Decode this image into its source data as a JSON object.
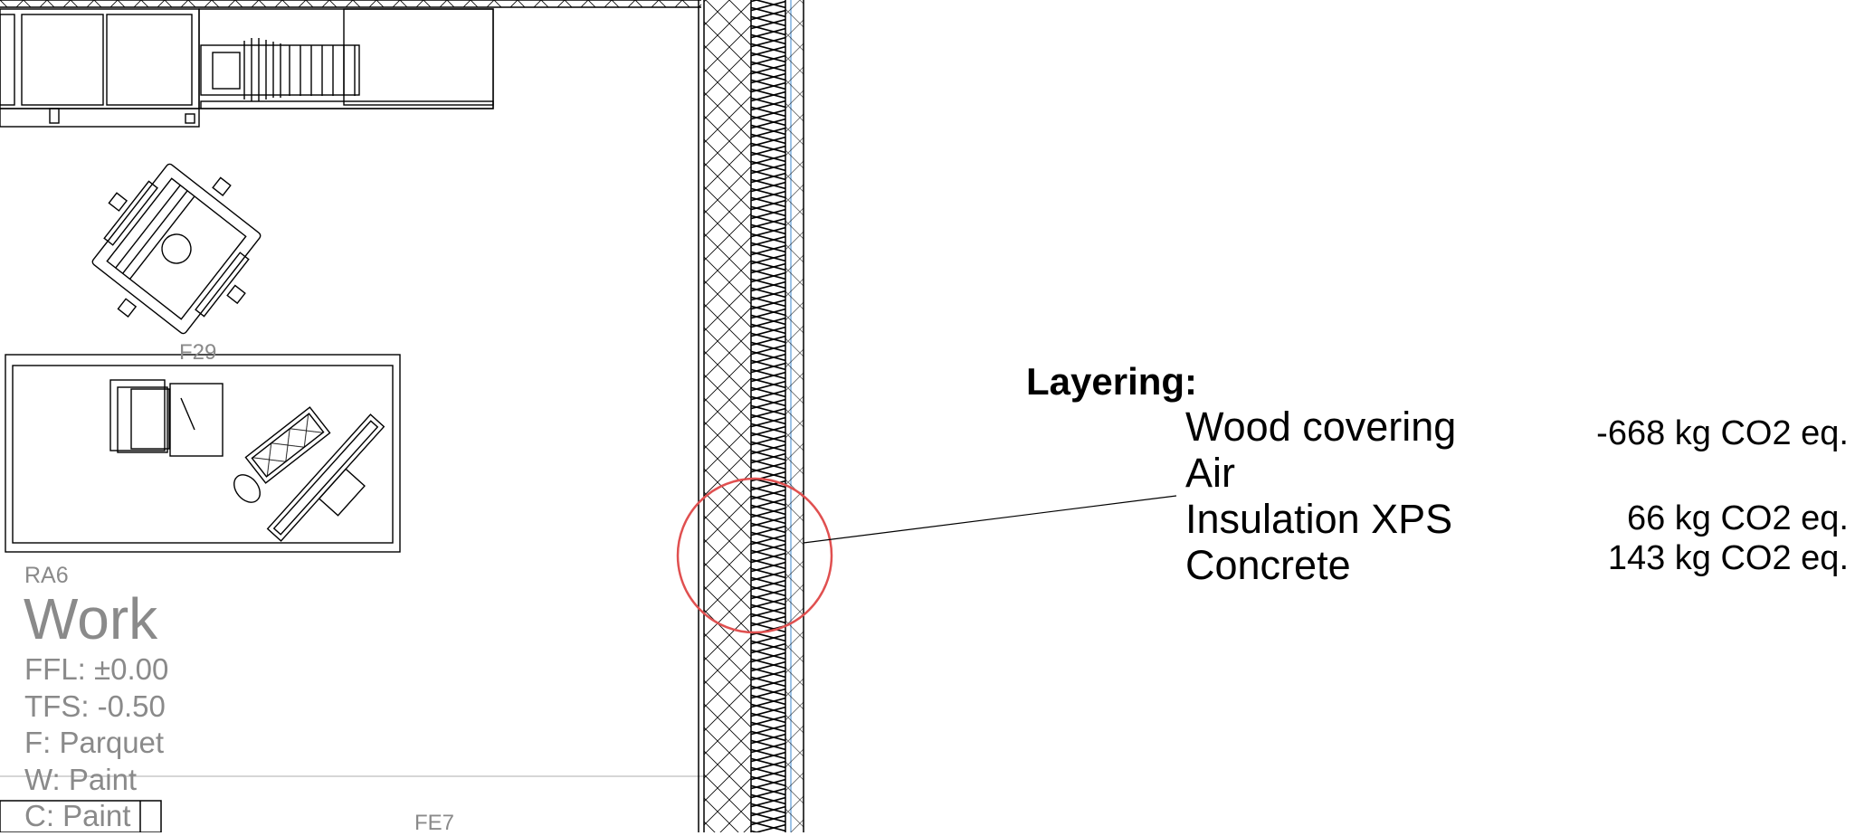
{
  "room": {
    "id": "RA6",
    "name": "Work",
    "properties": [
      "FFL:  ±0.00",
      "TFS: -0.50",
      "F: Parquet",
      "W: Paint",
      "C: Paint"
    ]
  },
  "tags": {
    "chair_tag": "F29",
    "window_tag": "FE7"
  },
  "legend": {
    "title": "Layering:",
    "layers": [
      {
        "name": "Wood covering",
        "value": "-668 kg CO2 eq."
      },
      {
        "name": "Air",
        "value": ""
      },
      {
        "name": "Insulation XPS",
        "value": "66 kg CO2 eq."
      },
      {
        "name": "Concrete",
        "value": "143 kg CO2 eq."
      }
    ]
  },
  "colors": {
    "line": "#000000",
    "highlight_circle": "#e05050",
    "room_text": "#8a8a8a",
    "membrane": "#7fb0e0"
  }
}
